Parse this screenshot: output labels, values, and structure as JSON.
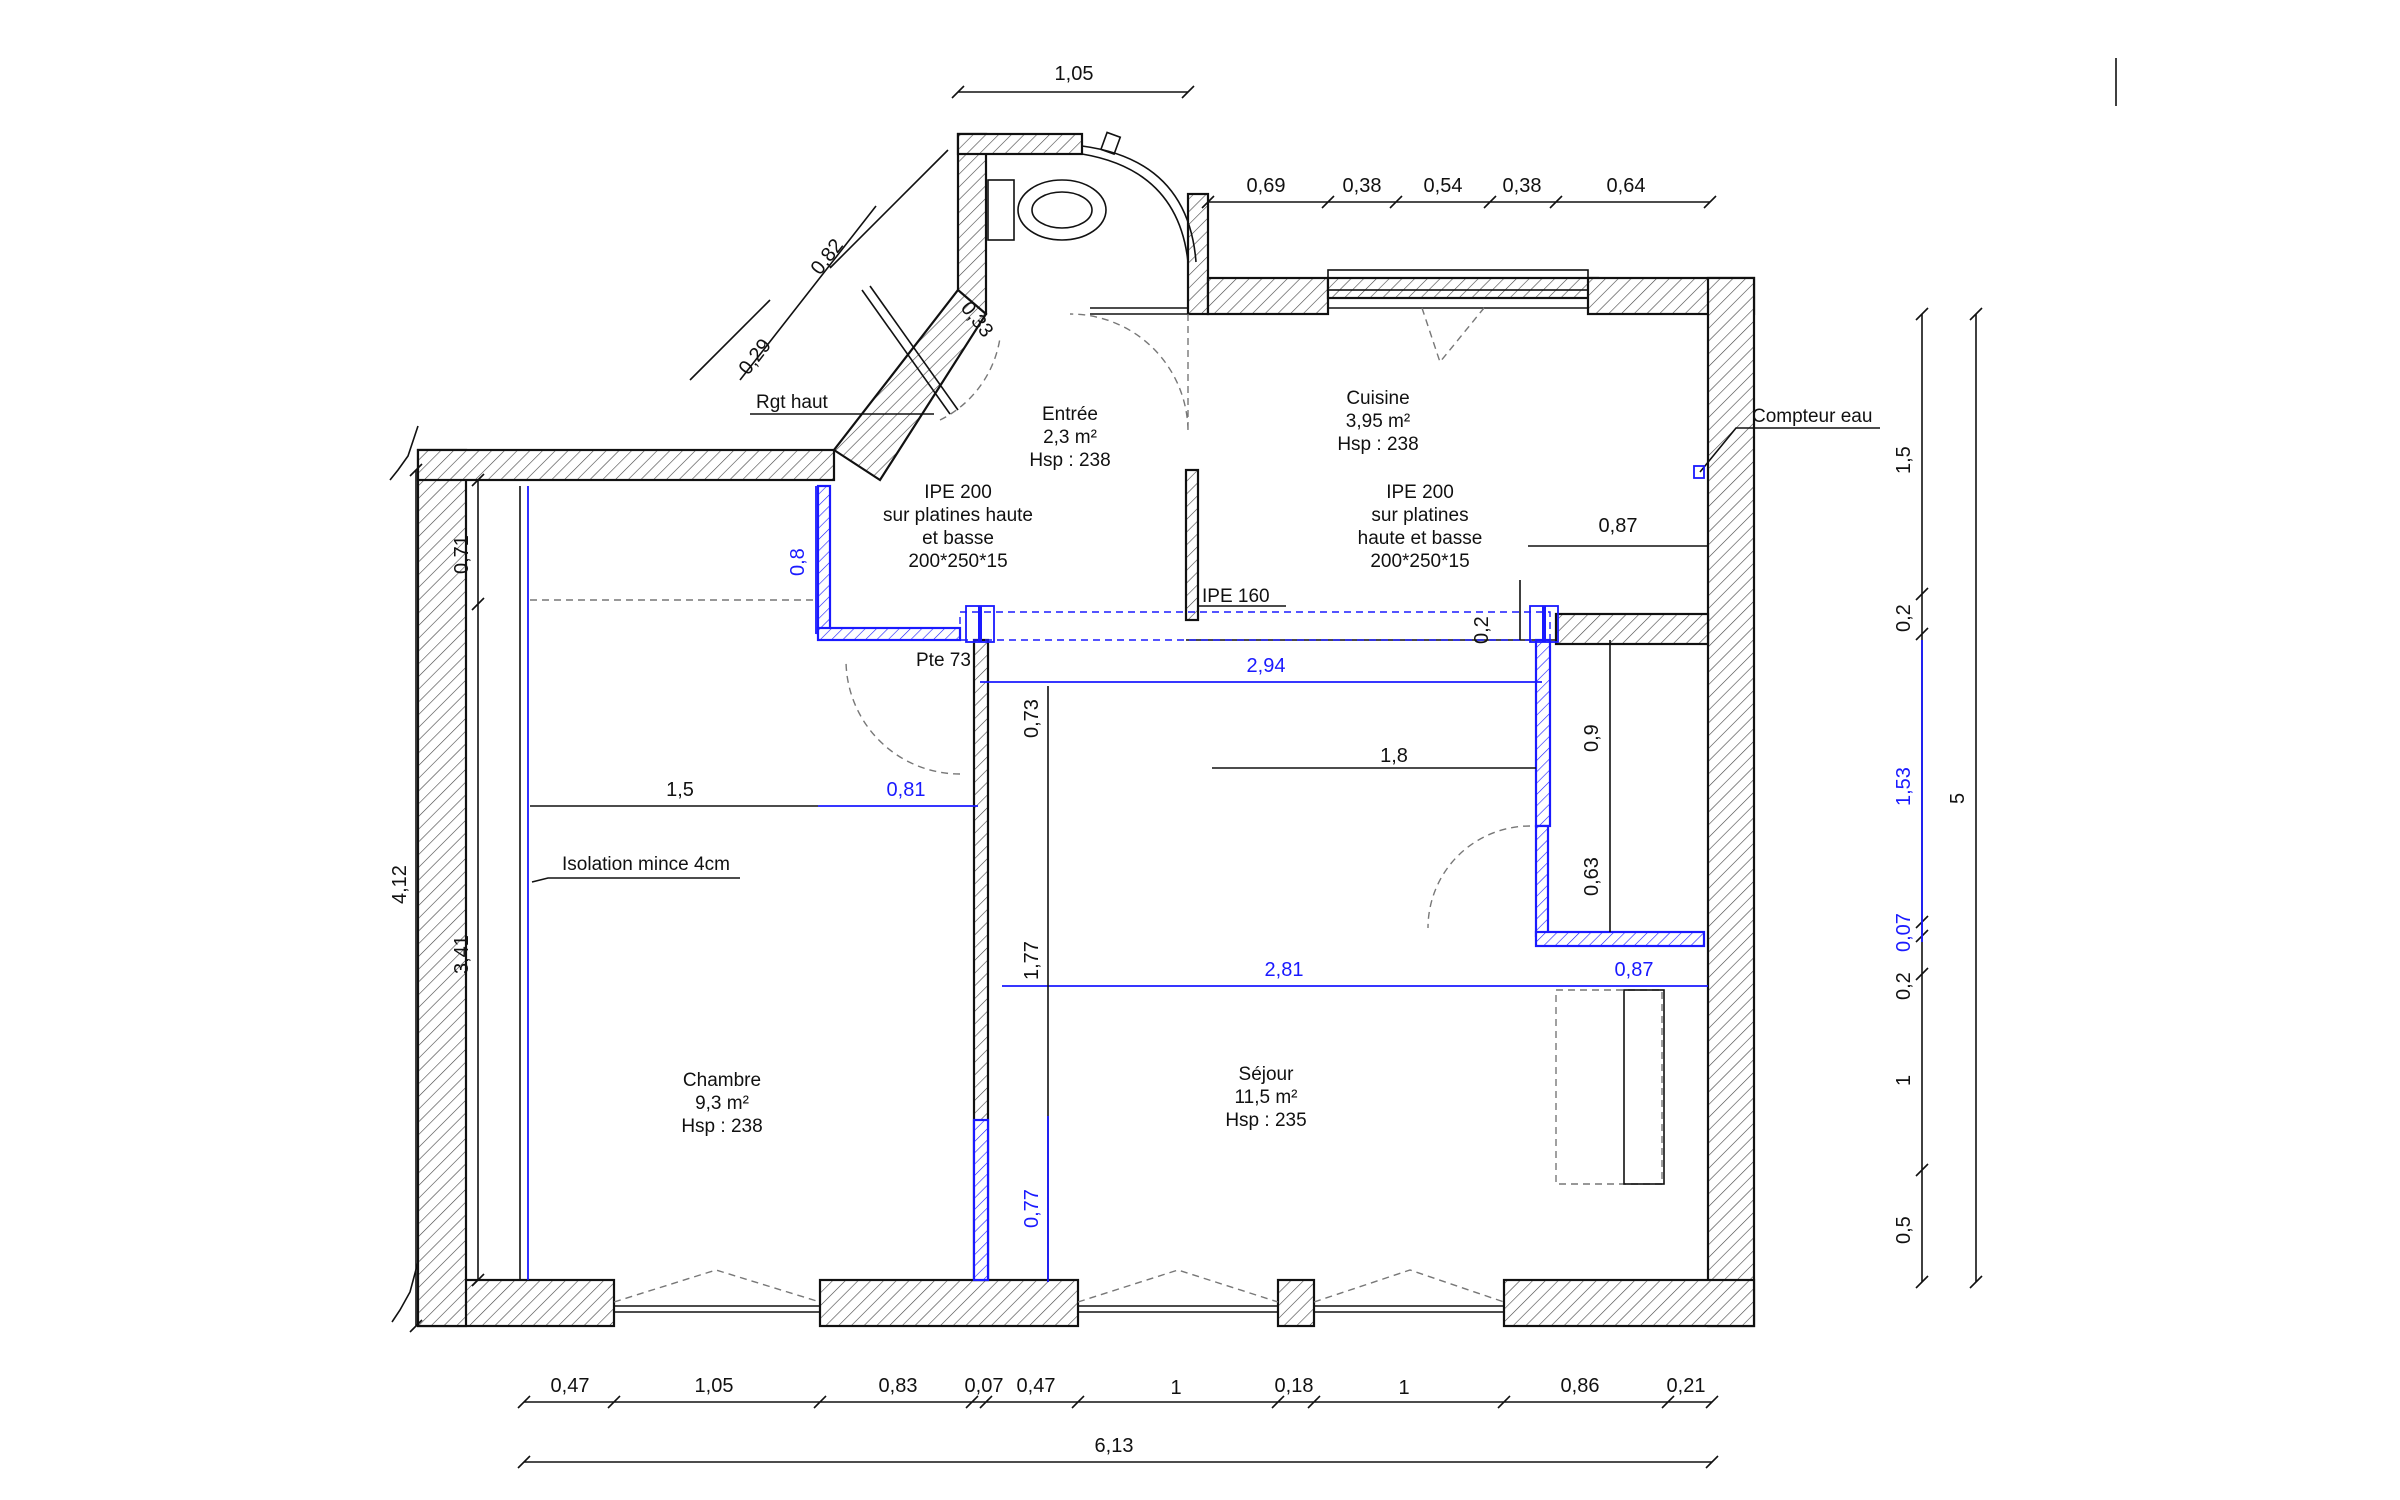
{
  "rooms": {
    "entree": {
      "name": "Entrée",
      "area": "2,3 m²",
      "height": "Hsp : 238"
    },
    "cuisine": {
      "name": "Cuisine",
      "area": "3,95 m²",
      "height": "Hsp : 238"
    },
    "chambre": {
      "name": "Chambre",
      "area": "9,3 m²",
      "height": "Hsp : 238"
    },
    "sejour": {
      "name": "Séjour",
      "area": "11,5 m²",
      "height": "Hsp : 235"
    }
  },
  "notes": {
    "ipe_left": [
      "IPE 200",
      "sur platines haute",
      "et basse",
      "200*250*15"
    ],
    "ipe_right": [
      "IPE 200",
      "sur platines",
      "haute et basse",
      "200*250*15"
    ],
    "ipe160": "IPE 160",
    "pte": "Pte 73",
    "rgt": "Rgt haut",
    "compteur": "Compteur eau",
    "isolation": "Isolation mince 4cm"
  },
  "dims": {
    "wc_width": "1,05",
    "top_chain": [
      "0,69",
      "0,38",
      "0,54",
      "0,38",
      "0,64"
    ],
    "diag_082": "0,82",
    "diag_029": "0,29",
    "diag_033": "0,33",
    "left_071": "0,71",
    "left_412": "4,12",
    "left_341": "3,41",
    "bottom_chain": [
      "0,47",
      "1,05",
      "0,83",
      "0,07",
      "0,47",
      "1",
      "0,18",
      "1",
      "0,86",
      "0,21"
    ],
    "total_613": "6,13",
    "right_15": "1,5",
    "right_02a": "0,2",
    "right_153": "1,53",
    "right_007": "0,07",
    "right_02b": "0,2",
    "right_1": "1",
    "right_05": "0,5",
    "right_5": "5",
    "kitchen_087": "0,87",
    "d_08": "0,8",
    "d_02": "0,2",
    "d_294": "2,94",
    "d_073": "0,73",
    "d_18": "1,8",
    "d_09": "0,9",
    "d_15": "1,5",
    "d_081": "0,81",
    "d_063": "0,63",
    "d_281": "2,81",
    "d_087b": "0,87",
    "d_177": "1,77",
    "d_077": "0,77"
  },
  "colors": {
    "ink": "#111111",
    "blue": "#1a1aff",
    "dashed": "#777777"
  }
}
